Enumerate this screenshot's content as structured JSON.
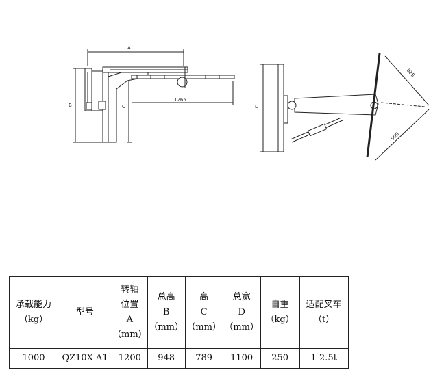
{
  "drawing": {
    "side_view_labels": {
      "A": "A",
      "B": "B",
      "C": "C",
      "length": "1265"
    },
    "front_view_labels": {
      "D": "D",
      "top": "825",
      "bottom": "900"
    }
  },
  "table": {
    "headers": [
      [
        "承载能力",
        "（kg）"
      ],
      [
        "型号"
      ],
      [
        "转轴",
        "位置",
        "A",
        "（mm）"
      ],
      [
        "总高",
        "B",
        "（mm）"
      ],
      [
        "高",
        "C",
        "（mm）"
      ],
      [
        "总宽",
        "D",
        "（mm）"
      ],
      [
        "自重",
        "（kg）"
      ],
      [
        "适配叉车",
        "（t）"
      ]
    ],
    "values": [
      "1000",
      "QZ10X-A1",
      "1200",
      "948",
      "789",
      "1100",
      "250",
      "1-2.5t"
    ]
  }
}
